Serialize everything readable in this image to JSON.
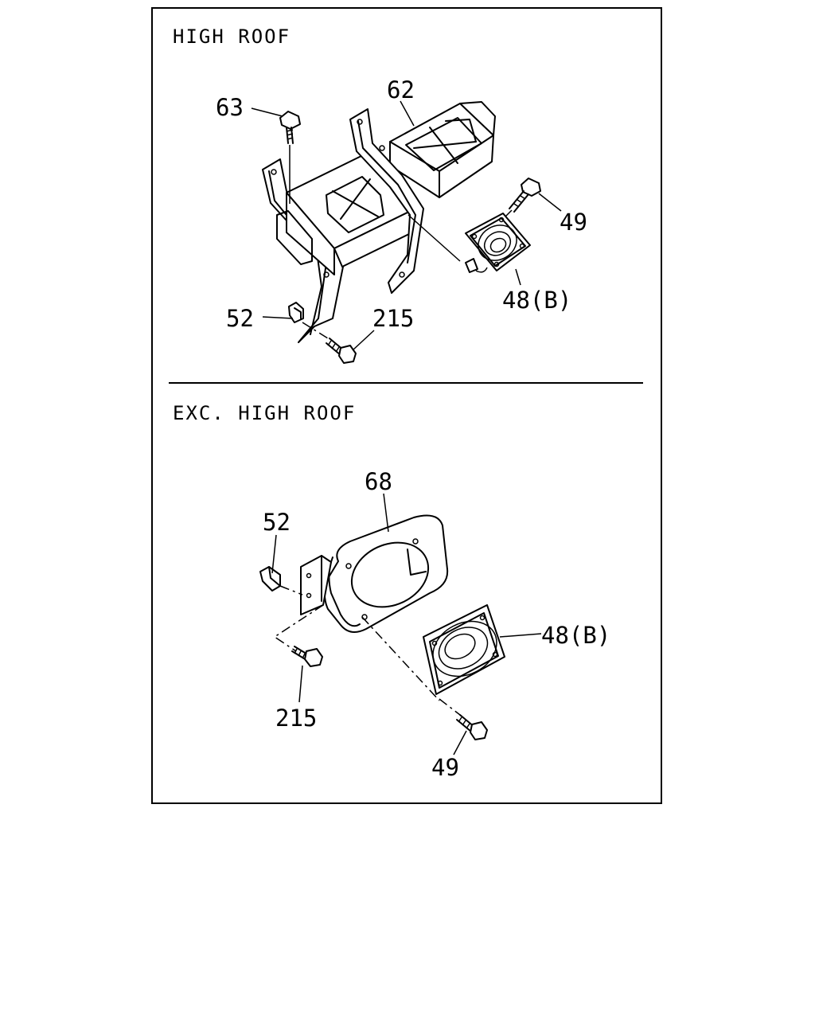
{
  "sections": {
    "high_roof": {
      "title": "HIGH ROOF",
      "callouts": {
        "c63": "63",
        "c62": "62",
        "c49": "49",
        "c48b": "48(B)",
        "c52": "52",
        "c215": "215"
      }
    },
    "exc_high_roof": {
      "title": "EXC. HIGH ROOF",
      "callouts": {
        "c68": "68",
        "c52": "52",
        "c48b": "48(B)",
        "c215": "215",
        "c49": "49"
      }
    }
  },
  "icons": [
    "speaker-icon",
    "bolt-icon",
    "clip-icon",
    "bracket-icon",
    "spacer-ring-icon",
    "box-cover-icon"
  ]
}
